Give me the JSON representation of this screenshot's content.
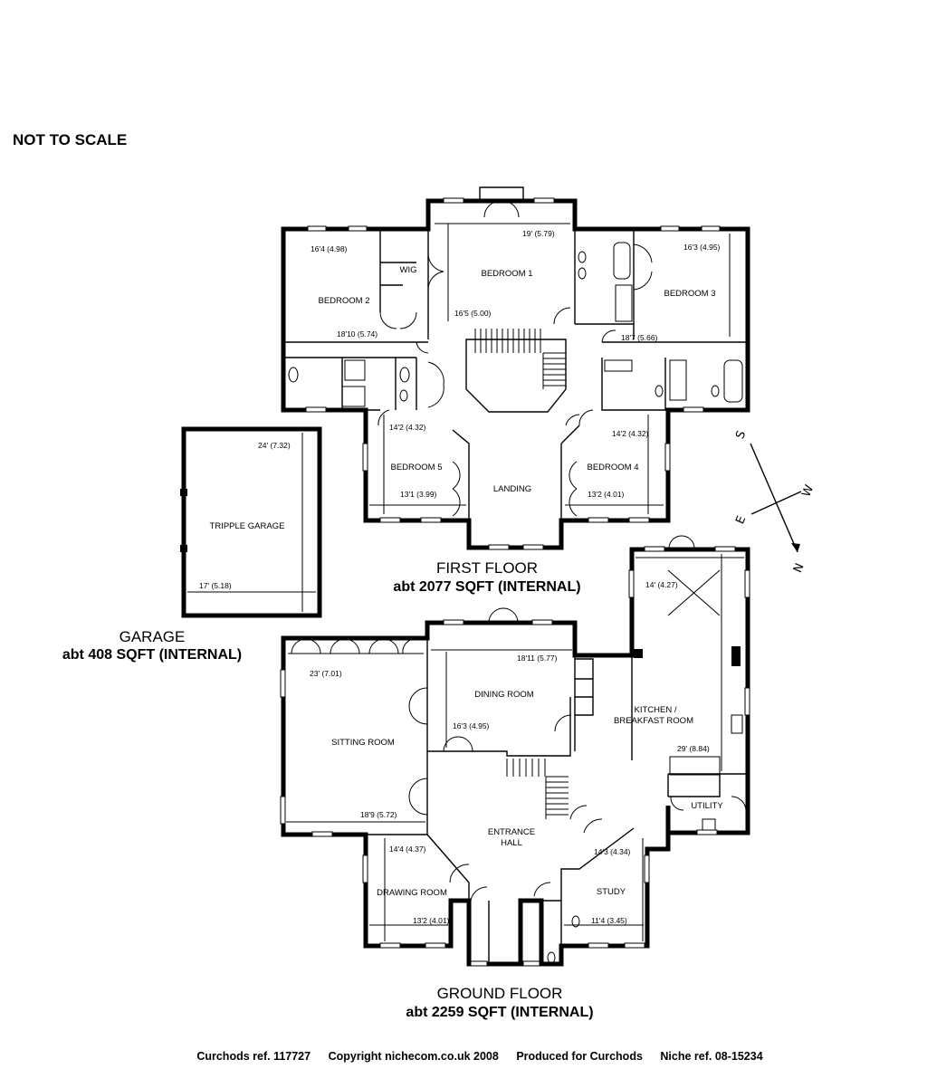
{
  "scale_note": "NOT TO SCALE",
  "first_floor": {
    "title": "FIRST FLOOR",
    "area": "abt 2077 SQFT (INTERNAL)",
    "rooms": {
      "bedroom1": "BEDROOM 1",
      "bedroom2": "BEDROOM 2",
      "bedroom3": "BEDROOM 3",
      "bedroom4": "BEDROOM 4",
      "bedroom5": "BEDROOM 5",
      "wig": "WIG",
      "landing": "LANDING"
    },
    "dims": {
      "bed1_w": "19' (5.79)",
      "bed1_d": "16'5 (5.00)",
      "bed2_w": "16'4 (4.98)",
      "bed2_d": "18'10 (5.74)",
      "bed3_w": "16'3 (4.95)",
      "bed3_d": "18'7 (5.66)",
      "bed5_d": "14'2 (4.32)",
      "bed5_w": "13'1 (3.99)",
      "bed4_d": "14'2 (4.32)",
      "bed4_w": "13'2 (4.01)"
    }
  },
  "garage": {
    "title": "GARAGE",
    "area": "abt 408 SQFT (INTERNAL)",
    "room": "TRIPPLE GARAGE",
    "dim_d": "24' (7.32)",
    "dim_w": "17' (5.18)"
  },
  "ground_floor": {
    "title": "GROUND FLOOR",
    "area": "abt 2259 SQFT (INTERNAL)",
    "rooms": {
      "sitting": "SITTING ROOM",
      "dining": "DINING ROOM",
      "kitchen1": "KITCHEN /",
      "kitchen2": "BREAKFAST ROOM",
      "utility": "UTILITY",
      "hall1": "ENTRANCE",
      "hall2": "HALL",
      "drawing": "DRAWING ROOM",
      "study": "STUDY"
    },
    "dims": {
      "sit_w": "23' (7.01)",
      "sit_d": "18'9 (5.72)",
      "din_w": "18'11 (5.77)",
      "din_d": "16'3 (4.95)",
      "kit_w": "14' (4.27)",
      "kit_d": "29' (8.84)",
      "draw_d": "14'4 (4.37)",
      "draw_w": "13'2 (4.01)",
      "study_d": "14'3 (4.34)",
      "study_w": "11'4 (3.45)"
    }
  },
  "compass": {
    "n": "N",
    "s": "S",
    "e": "E",
    "w": "W"
  },
  "footer": {
    "ref": "Curchods ref. 117727",
    "copyright": "Copyright nichecom.co.uk 2008",
    "produced": "Produced for Curchods",
    "niche": "Niche ref. 08-15234"
  }
}
